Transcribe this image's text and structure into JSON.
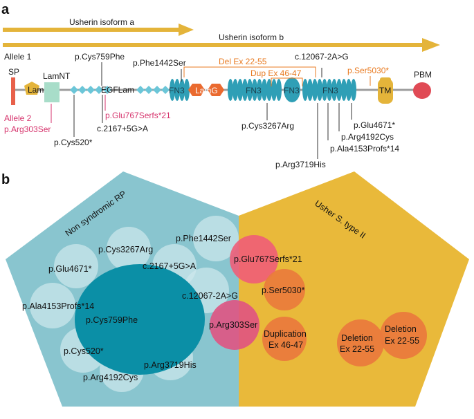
{
  "panel_a": {
    "label": "a",
    "isoform_a": "Usherin isoform a",
    "isoform_b": "Usherin isoform b",
    "allele1": "Allele 1",
    "allele2": "Allele 2",
    "domains": {
      "sp": "SP",
      "lamgl": "LamGL",
      "lamnt": "LamNT",
      "egflam": "EGFLam",
      "fn3_a": "FN3",
      "lamg": "LamG",
      "fn3_b": "FN3",
      "fn3_c": "FN3",
      "fn3_d": "FN3",
      "tm": "TM",
      "pbm": "PBM"
    },
    "variants": {
      "cys759phe": "p.Cys759Phe",
      "phe1442ser": "p.Phe1442Ser",
      "del_ex_22_55": "Del Ex 22-55",
      "c12067": "c.12067-2A>G",
      "dup_ex_46_47": "Dup Ex 46-47",
      "ser5030": "p.Ser5030*",
      "glu767serfs": "p.Glu767Serfs*21",
      "c2167": "c.2167+5G>A",
      "arg303ser": "p.Arg303Ser",
      "cys520": "p.Cys520*",
      "cys3267arg": "p.Cys3267Arg",
      "arg3719his": "p.Arg3719His",
      "glu4671": "p.Glu4671*",
      "arg4192cys": "p.Arg4192Cys",
      "ala4153profs": "p.Ala4153Profs*14"
    }
  },
  "panel_b": {
    "label": "b",
    "left_title": "Non syndromic RP",
    "right_title": "Usher S. type II",
    "center": "p.Cys759Phe",
    "ring": {
      "cys3267arg": "p.Cys3267Arg",
      "glu4671": "p.Glu4671*",
      "c2167": "c.2167+5G>A",
      "ala4153profs": "p.Ala4153Profs*14",
      "cys520": "p.Cys520*",
      "arg4192cys": "p.Arg4192Cys",
      "arg3719his": "p.Arg3719His",
      "c12067": "c.12067-2A>G",
      "phe1442ser": "p.Phe1442Ser"
    },
    "shared": {
      "glu767serfs": "p.Glu767Serfs*21",
      "arg303ser": "p.Arg303Ser"
    },
    "usher_only": {
      "ser5030": "p.Ser5030*",
      "dup_line1": "Duplication",
      "dup_line2": "Ex 46-47",
      "del1_line1": "Deletion",
      "del1_line2": "Ex 22-55",
      "del2_line1": "Deletion",
      "del2_line2": "Ex 22-55"
    }
  },
  "colors": {
    "teal_bg": "#89c5cf",
    "teal_dark": "#0b8fa6",
    "yellow_bg": "#e9b93a",
    "pink": "#e9557c",
    "orange": "#e8791f",
    "arrow": "#e4b43a",
    "fn3": "#2f9fb6"
  }
}
